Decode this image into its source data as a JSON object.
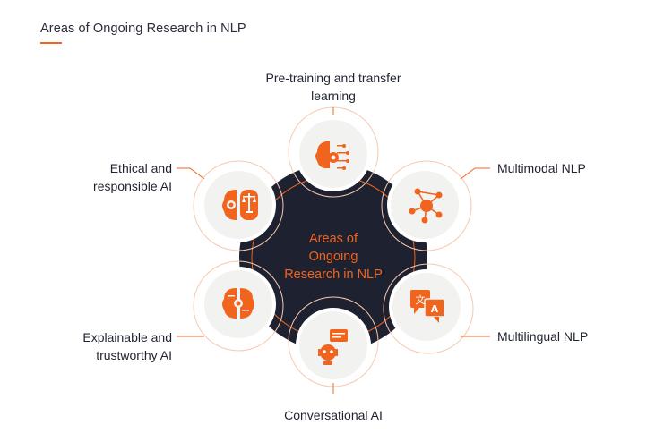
{
  "header": {
    "title": "Areas of Ongoing Research in NLP"
  },
  "center": {
    "line1": "Areas of",
    "line2": "Ongoing",
    "line3": "Research in NLP"
  },
  "nodes": [
    {
      "id": "pretraining",
      "line1": "Pre-training and transfer",
      "line2": "learning",
      "icon": "brain-gear-icon"
    },
    {
      "id": "multimodal",
      "line1": "Multimodal NLP",
      "icon": "network-nodes-icon"
    },
    {
      "id": "multilingual",
      "line1": "Multilingual NLP",
      "icon": "translate-icon"
    },
    {
      "id": "conversational",
      "line1": "Conversational AI",
      "icon": "chatbot-icon"
    },
    {
      "id": "explainable",
      "line1": "Explainable and",
      "line2": "trustworthy AI",
      "icon": "brain-circuit-icon"
    },
    {
      "id": "ethical",
      "line1": "Ethical and",
      "line2": "responsible AI",
      "icon": "brain-scales-icon"
    }
  ],
  "colors": {
    "accent": "#f0641e",
    "dark": "#1e2130",
    "node_bg": "#f2f2f0",
    "ring": "#f6c9b0"
  }
}
